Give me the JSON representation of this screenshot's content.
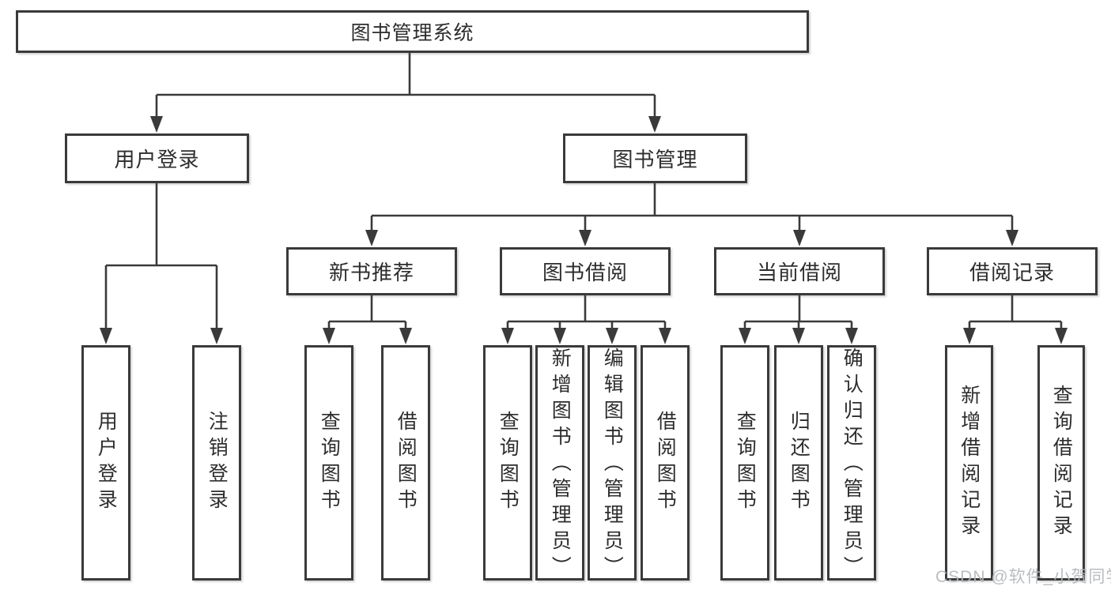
{
  "tree": {
    "root": {
      "label": "图书管理系统"
    },
    "branches": [
      {
        "label": "用户登录",
        "leaves": [
          {
            "label": "用户登录"
          },
          {
            "label": "注销登录"
          }
        ]
      },
      {
        "label": "图书管理",
        "groups": [
          {
            "label": "新书推荐",
            "leaves": [
              {
                "label": "查询图书"
              },
              {
                "label": "借阅图书"
              }
            ]
          },
          {
            "label": "图书借阅",
            "leaves": [
              {
                "label": "查询图书"
              },
              {
                "label": "新增图书（管理员）"
              },
              {
                "label": "编辑图书（管理员）"
              },
              {
                "label": "借阅图书"
              }
            ]
          },
          {
            "label": "当前借阅",
            "leaves": [
              {
                "label": "查询图书"
              },
              {
                "label": "归还图书"
              },
              {
                "label": "确认归还（管理员）"
              }
            ]
          },
          {
            "label": "借阅记录",
            "leaves": [
              {
                "label": "新增借阅记录"
              },
              {
                "label": "查询借阅记录"
              }
            ]
          }
        ]
      }
    ]
  },
  "watermark": {
    "text": "CSDN @软件_小贺同学"
  },
  "colors": {
    "line": "#3a3a3a",
    "border": "#3a3a3a",
    "text": "#2d2d2d",
    "watermark": "#b4b8bc",
    "background": "#ffffff"
  }
}
